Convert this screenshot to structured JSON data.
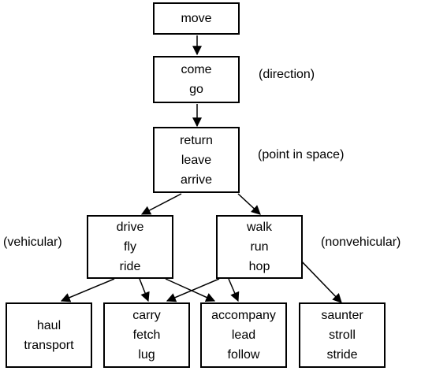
{
  "nodes": {
    "move": [
      "move"
    ],
    "direction": [
      "come",
      "go"
    ],
    "space": [
      "return",
      "leave",
      "arrive"
    ],
    "vehicular": [
      "drive",
      "fly",
      "ride"
    ],
    "nonvehicular": [
      "walk",
      "run",
      "hop"
    ],
    "haul": [
      "haul",
      "transport"
    ],
    "carry": [
      "carry",
      "fetch",
      "lug"
    ],
    "accompany": [
      "accompany",
      "lead",
      "follow"
    ],
    "saunter": [
      "saunter",
      "stroll",
      "stride"
    ]
  },
  "annotations": {
    "direction": "(direction)",
    "point_in_space": "(point in space)",
    "vehicular": "(vehicular)",
    "nonvehicular": "(nonvehicular)"
  }
}
